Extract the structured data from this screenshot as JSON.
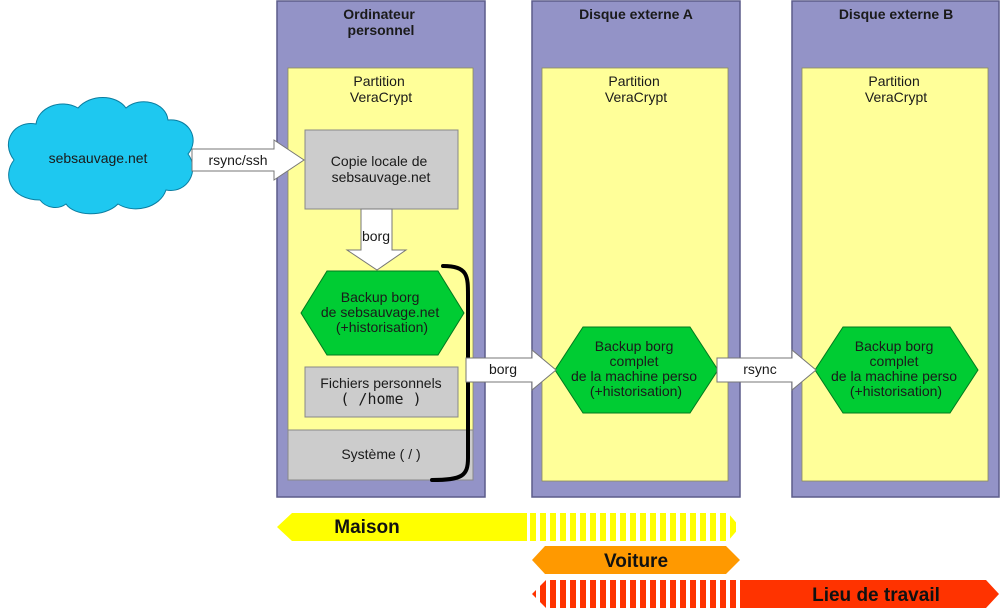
{
  "colors": {
    "machine_fill": "#9393c7",
    "machine_stroke": "#5c5c8a",
    "partition_fill": "#ffff99",
    "grey_box": "#cccccc",
    "borg_green": "#00cc33",
    "cloud": "#1ec8f0",
    "maison": "#ffff00",
    "voiture": "#ff9900",
    "travail": "#ff3300"
  },
  "cloud_label": "sebsauvage.net",
  "columns": [
    {
      "title_lines": [
        "Ordinateur",
        "personnel"
      ],
      "partition_lines": [
        "Partition",
        "VeraCrypt"
      ],
      "local_copy_lines": [
        "Copie locale de",
        "sebsauvage.net"
      ],
      "backup_lines": [
        "Backup borg",
        "de sebsauvage.net",
        "(+historisation)"
      ],
      "files_lines": [
        "Fichiers personnels",
        "( /home )"
      ],
      "system_label": "Système ( / )"
    },
    {
      "title_lines": [
        "Disque externe A"
      ],
      "partition_lines": [
        "Partition",
        "VeraCrypt"
      ],
      "backup_lines": [
        "Backup borg",
        "complet",
        "de la machine perso",
        "(+historisation)"
      ]
    },
    {
      "title_lines": [
        "Disque externe B"
      ],
      "partition_lines": [
        "Partition",
        "VeraCrypt"
      ],
      "backup_lines": [
        "Backup borg",
        "complet",
        "de la machine perso",
        "(+historisation)"
      ]
    }
  ],
  "arrows": {
    "rsync_ssh": "rsync/ssh",
    "borg_down": "borg",
    "borg_right": "borg",
    "rsync": "rsync"
  },
  "locations": {
    "maison": "Maison",
    "voiture": "Voiture",
    "lieu_de_travail": "Lieu de travail"
  }
}
